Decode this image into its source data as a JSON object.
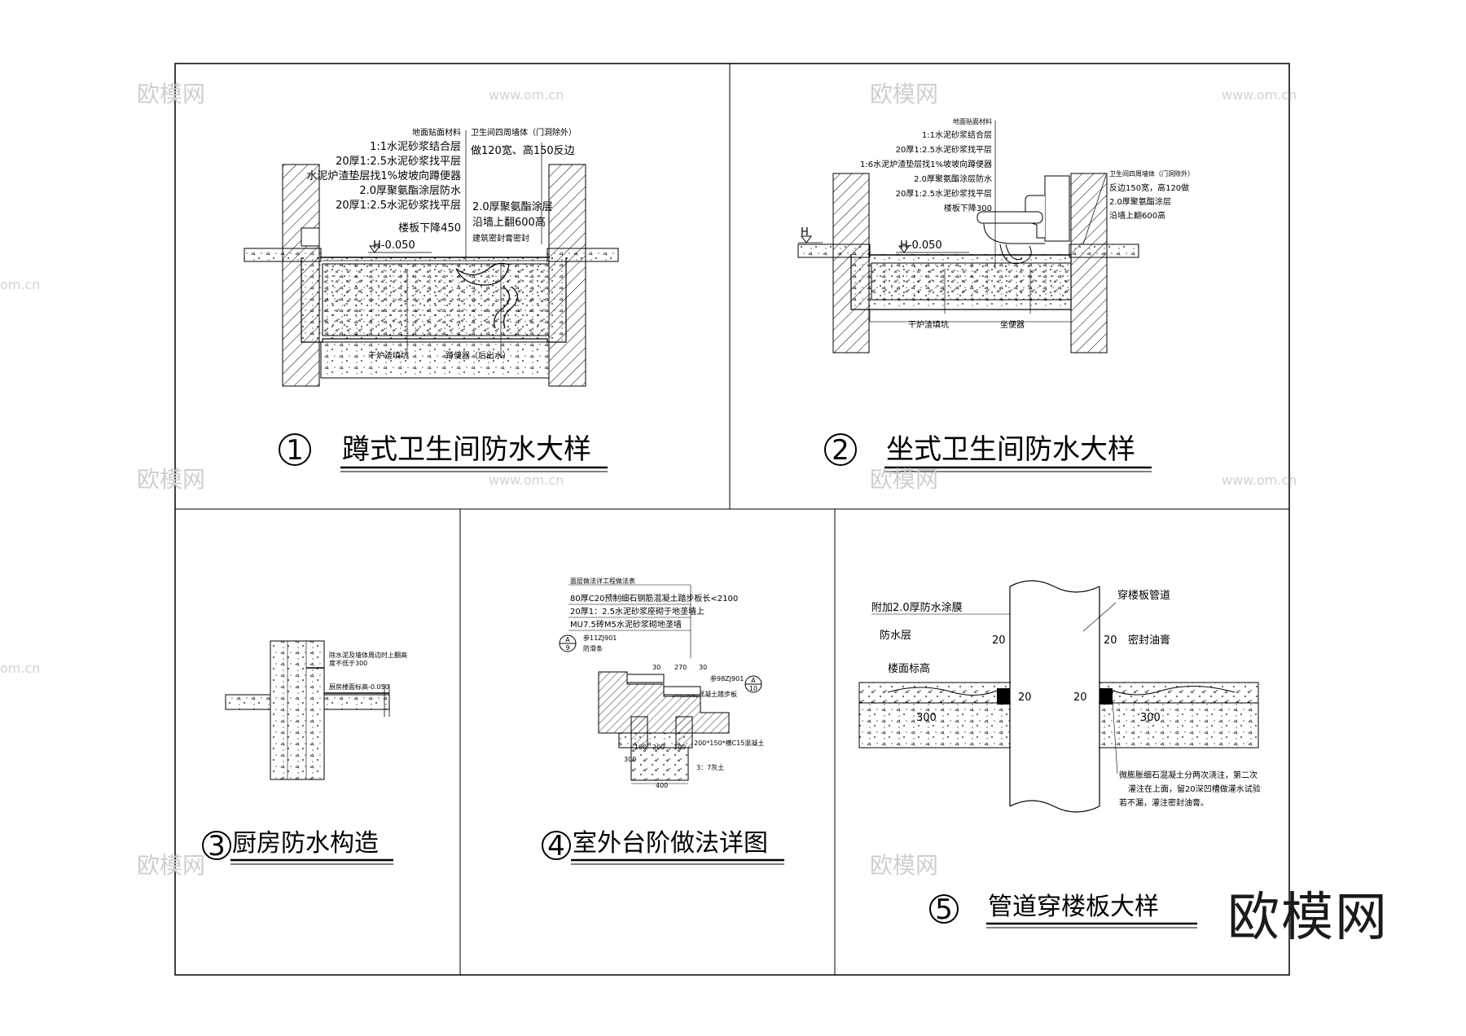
{
  "panels": [
    {
      "number": "①",
      "title": "蹲式卫生间防水大样",
      "notes_left": [
        "地面贴面材料",
        "1:1水泥砂浆结合层",
        "20厚1:2.5水泥砂浆找平层",
        "水泥炉渣垫层找1%坡坡向蹲便器",
        "2.0厚聚氨酯涂层防水",
        "20厚1:2.5水泥砂浆找平层",
        "楼板下降450"
      ],
      "notes_right": [
        "卫生间四周墙体（门洞除外）",
        "做120宽、高150反边",
        "2.0厚聚氨酯涂层",
        "沿墙上翻600高",
        "建筑密封膏密封"
      ],
      "level": "H-0.050",
      "bottom_labels": [
        "干炉渣填坑",
        "蹲便器（后出水）"
      ]
    },
    {
      "number": "②",
      "title": "坐式卫生间防水大样",
      "notes_left": [
        "地面贴面材料",
        "1:1水泥砂浆结合层",
        "20厚1:2.5水泥砂浆找平层",
        "1:6水泥炉渣垫层找1%坡坡向蹲便器",
        "2.0厚聚氨酯涂层防水",
        "20厚1:2.5水泥砂浆找平层",
        "楼板下降300"
      ],
      "notes_right": [
        "卫生间四周墙体（门洞除外）",
        "反边150宽，高120做",
        "2.0厚聚氨酯涂层",
        "沿墙上翻600高"
      ],
      "level": "H-0.050",
      "level_h": "H",
      "bottom_labels": [
        "干炉渣填坑",
        "坐便器"
      ]
    },
    {
      "number": "③",
      "title": "厨房防水构造",
      "notes": [
        "除水泥及墙体周边时上翻高",
        "度不低于300",
        "厨房楼面标高-0.050"
      ]
    },
    {
      "number": "④",
      "title": "室外台阶做法详图",
      "notes": [
        "面层做法详工程做法表",
        "80厚C20预制细石钢筋混凝土踏步板长<2100",
        "20厚1：2.5水泥砂浆座砌于地垄墙上",
        "MU7.5砖M5水泥砂浆砌地垄墙"
      ],
      "refs": [
        "参11ZJ901",
        "防滑条",
        "参98ZJ901",
        "预制钢筋混凝土踏步板",
        "200*150*横C15混凝土",
        "3：7灰土"
      ],
      "dims": [
        "30",
        "270",
        "30",
        "100",
        "200",
        "100",
        "300",
        "400",
        "9",
        "10",
        "A",
        "A"
      ]
    },
    {
      "number": "⑤",
      "title": "管道穿楼板大样",
      "notes": [
        "附加2.0厚防水涂膜",
        "防水层",
        "楼面标高",
        "穿楼板管道",
        "密封油膏",
        "微膨胀细石混凝土分两次浇注，第二次",
        "灌注在上面，留20深凹槽做灌水试验",
        "若不漏，灌注密封油膏。"
      ],
      "dims": [
        "20",
        "20",
        "20",
        "20",
        "300",
        "300"
      ]
    }
  ],
  "watermarks": {
    "logo": "欧模网",
    "url": "www.om.cn",
    "url_short": "om.cn",
    "big": "欧模网"
  }
}
